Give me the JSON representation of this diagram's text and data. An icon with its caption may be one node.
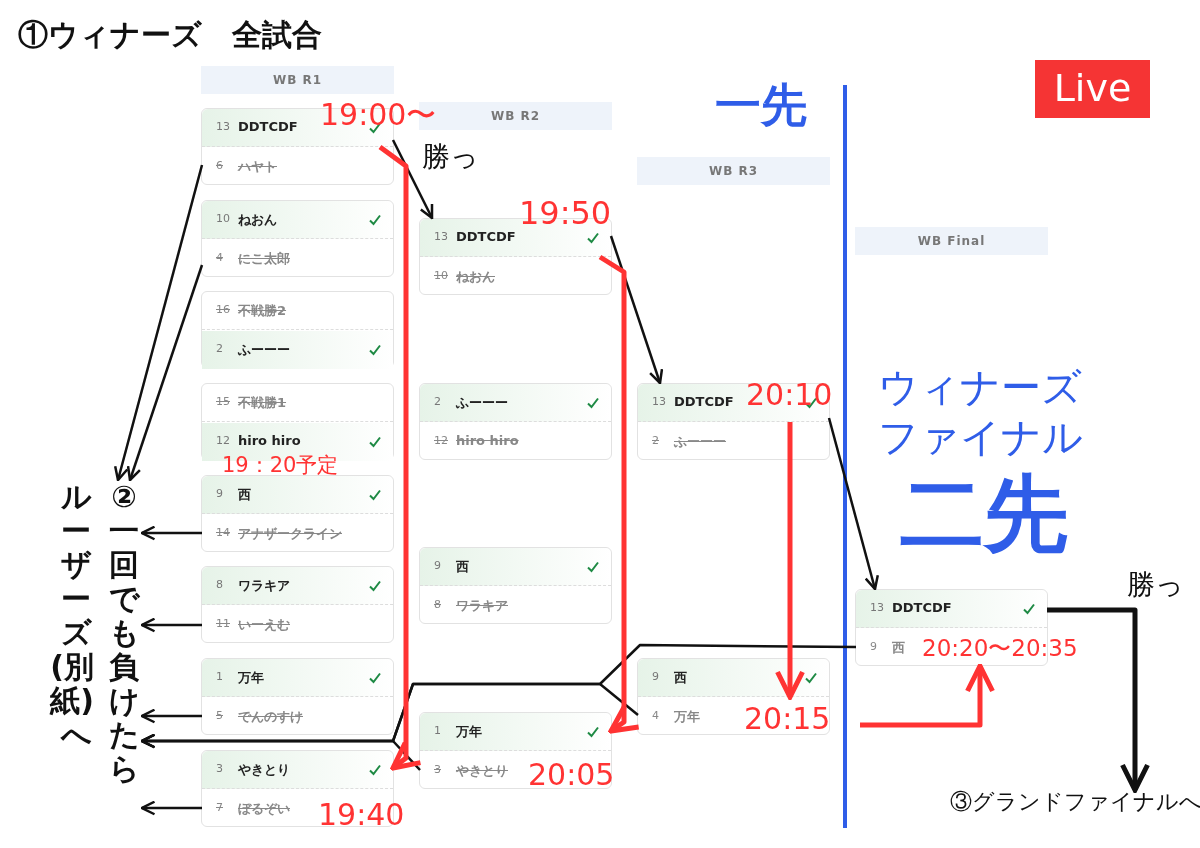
{
  "diagram": {
    "title": "①ウィナーズ　全試合",
    "nodes": [
      {
        "text": [
          "WB R1"
        ]
      },
      {
        "text": [],
        "shape": "box"
      },
      {
        "text": [
          "13",
          "DDTCDF"
        ],
        "in": 1
      },
      {
        "text": [
          "6",
          "ハヤト"
        ],
        "in": 1
      },
      {
        "text": [],
        "shape": "box"
      },
      {
        "text": [
          "10",
          "ねおん"
        ],
        "in": 4
      },
      {
        "text": [
          "4",
          "にこ太郎"
        ],
        "in": 4
      },
      {
        "text": [],
        "shape": "box"
      },
      {
        "text": [
          "16",
          "不戦勝2"
        ],
        "in": 7
      },
      {
        "text": [
          "2",
          "ふーーー"
        ],
        "in": 7
      },
      {
        "text": [],
        "shape": "box"
      },
      {
        "text": [
          "15",
          "不戦勝1"
        ],
        "in": 10
      },
      {
        "text": [
          "12",
          "hiro hiro"
        ],
        "in": 10
      },
      {
        "text": [],
        "shape": "box"
      },
      {
        "text": [
          "9",
          "西"
        ],
        "in": 13
      },
      {
        "text": [
          "14",
          "アナザークライン"
        ],
        "in": 13
      },
      {
        "text": [],
        "shape": "box"
      },
      {
        "text": [
          "8",
          "ワラキア"
        ],
        "in": 16
      },
      {
        "text": [
          "11",
          "いーえむ"
        ],
        "in": 16
      },
      {
        "text": [],
        "shape": "box"
      },
      {
        "text": [
          "1",
          "万年"
        ],
        "in": 19
      },
      {
        "text": [
          "5",
          "でんのすけ"
        ],
        "in": 19
      },
      {
        "text": [],
        "shape": "box"
      },
      {
        "text": [
          "3",
          "やきとり"
        ],
        "in": 22
      },
      {
        "text": [
          "7",
          "ぼるぞい"
        ],
        "in": 22
      },
      {
        "text": [
          "WB R2"
        ]
      },
      {
        "text": [],
        "shape": "box"
      },
      {
        "text": [
          "13",
          "DDTCDF"
        ],
        "in": 26
      },
      {
        "text": [
          "10",
          "ねおん"
        ],
        "in": 26
      },
      {
        "text": [],
        "shape": "box"
      },
      {
        "text": [
          "2",
          "ふーーー"
        ],
        "in": 29
      },
      {
        "text": [
          "12",
          "hiro hiro"
        ],
        "in": 29
      },
      {
        "text": [],
        "shape": "box"
      },
      {
        "text": [
          "9",
          "西"
        ],
        "in": 32
      },
      {
        "text": [
          "8",
          "ワラキア"
        ],
        "in": 32
      },
      {
        "text": [],
        "shape": "box"
      },
      {
        "text": [
          "1",
          "万年"
        ],
        "in": 35
      },
      {
        "text": [
          "3",
          "やきとり"
        ],
        "in": 35
      },
      {
        "text": [
          "WB R3"
        ]
      },
      {
        "text": [],
        "shape": "box"
      },
      {
        "text": [
          "13",
          "DDTCDF"
        ],
        "in": 39
      },
      {
        "text": [
          "2",
          "ふーーー"
        ],
        "in": 39
      },
      {
        "text": [],
        "shape": "box"
      },
      {
        "text": [
          "9",
          "西"
        ],
        "in": 42
      },
      {
        "text": [
          "4",
          "万年"
        ],
        "in": 42
      },
      {
        "text": [
          "WB Final"
        ]
      },
      {
        "text": [],
        "shape": "box"
      },
      {
        "text": [
          "13",
          "DDTCDF"
        ],
        "in": 46
      },
      {
        "text": [
          "9",
          "西"
        ],
        "in": 46
      },
      {
        "text": [
          "Live"
        ]
      },
      {
        "text": [
          "②一回でも負けたらルーザーズ(別紙)へ"
        ]
      },
      {
        "text": [
          "③グランドファイナルへ"
        ]
      }
    ],
    "edges": [
      {
        "from": 2,
        "to": 26,
        "arrow": "to",
        "label": "勝っ"
      },
      {
        "from": 27,
        "to": 39,
        "arrow": "to"
      },
      {
        "from": 40,
        "to": 46,
        "arrow": "to"
      },
      {
        "from": 47,
        "to": 51,
        "arrow": "to",
        "label": "勝っ",
        "style": "thick"
      },
      {
        "from": 3,
        "to": 50,
        "arrow": "to"
      },
      {
        "from": 6,
        "to": 50,
        "arrow": "to"
      },
      {
        "from": 15,
        "to": 50,
        "arrow": "to"
      },
      {
        "from": 18,
        "to": 50,
        "arrow": "to"
      },
      {
        "from": 21,
        "to": 50,
        "arrow": "to"
      },
      {
        "from": 24,
        "to": 50,
        "arrow": "to"
      },
      {
        "from": 37,
        "to": 50,
        "arrow": "to"
      },
      {
        "from": 44,
        "to": 50,
        "arrow": "to"
      },
      {
        "from": 48,
        "to": 50,
        "arrow": "to"
      },
      {
        "from": null,
        "to": 46,
        "arrow": "to",
        "style": "thick",
        "color": "#ff3333"
      },
      {
        "from": 2,
        "to": 23,
        "arrow": "to",
        "style": "thick",
        "color": "#ff3333"
      },
      {
        "from": 27,
        "to": 36,
        "arrow": "to",
        "style": "thick",
        "color": "#ff3333"
      },
      {
        "from": 40,
        "to": 43,
        "arrow": "to",
        "style": "thick",
        "color": "#ff3333"
      }
    ],
    "labels": [
      "一先",
      "19:00〜",
      "19:50",
      "20:10",
      "ウィナーズファイナル",
      "19：20予定",
      "二先",
      "20:20〜20:35",
      "20:15",
      "20:05",
      "19:40"
    ]
  }
}
